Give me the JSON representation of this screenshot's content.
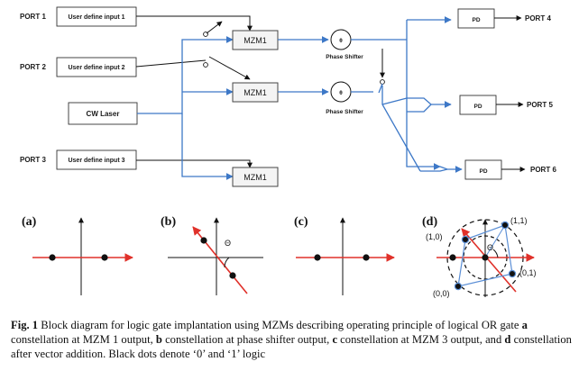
{
  "ports": {
    "port1": "PORT 1",
    "port2": "PORT 2",
    "port3": "PORT 3",
    "port4": "PORT 4",
    "port5": "PORT 5",
    "port6": "PORT 6"
  },
  "inputs": {
    "input1": "User define input 1",
    "input2": "User define input 2",
    "input3": "User define input 3",
    "laser": "CW Laser"
  },
  "modulators": {
    "mzm_label": "MZM1"
  },
  "phase_shifter": {
    "label": "Phase Shifter",
    "symbol": "θ"
  },
  "detector": {
    "label": "PD"
  },
  "panels": {
    "a": "(a)",
    "b": "(b)",
    "c": "(c)",
    "d": "(d)",
    "theta": "Θ",
    "pt_11": "(1,1)",
    "pt_10": "(1,0)",
    "pt_01": "(0,1)",
    "pt_00": "(0,0)"
  },
  "caption": {
    "fig": "Fig. 1",
    "t1": " Block diagram for logic gate implantation using MZMs describing operating principle of logical OR gate ",
    "a": "a",
    "t2": " constellation at MZM 1 output, ",
    "b": "b",
    "t3": " constellation at phase shifter output, ",
    "c": "c",
    "t4": " constellation at MZM 3 output, and ",
    "d": "d",
    "t5": " constellation after vector addition. Black dots denote ‘0’ and ‘1’ logic"
  },
  "colors": {
    "wire_blue": "#3d78c7",
    "axis_red": "#e0312a",
    "dot_black": "#111111"
  }
}
